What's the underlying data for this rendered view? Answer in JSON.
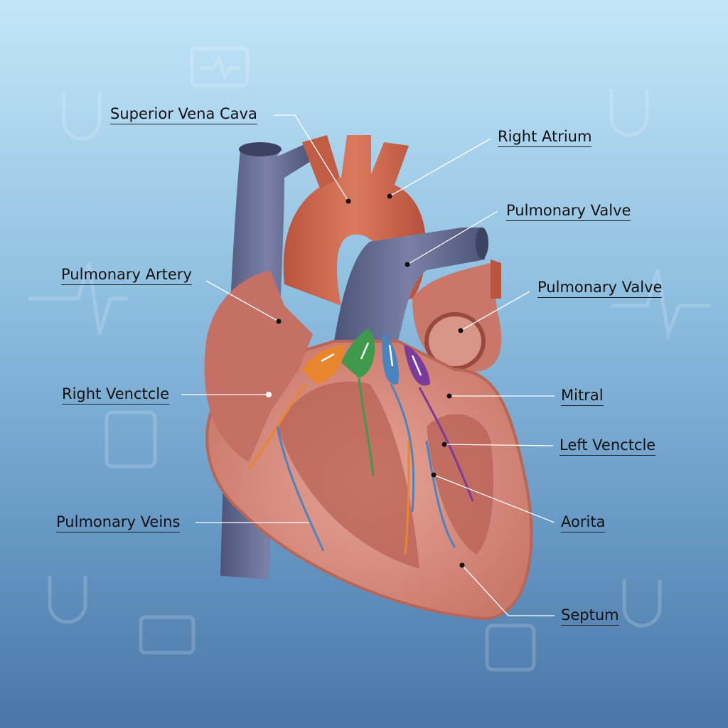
{
  "labels": {
    "superior_vena_cava": "Superior Vena Cava",
    "right_atrium": "Right Atrium",
    "pulmonary_valve_1": "Pulmonary Valve",
    "pulmonary_artery": "Pulmonary Artery",
    "pulmonary_valve_2": "Pulmonary Valve",
    "right_ventricle": "Right Venctcle",
    "mitral": "Mitral",
    "left_ventricle": "Left Venctcle",
    "pulmonary_veins": "Pulmonary Veins",
    "aorta": "Aorita",
    "septum": "Septum"
  },
  "colors": {
    "aorta": "#c9664c",
    "vena_cava": "#5e6488",
    "muscle": "#d98e80",
    "valve_orange": "#e8862e",
    "valve_green": "#3f9a4c",
    "valve_blue": "#4a84c0",
    "valve_purple": "#7a3b9a"
  }
}
